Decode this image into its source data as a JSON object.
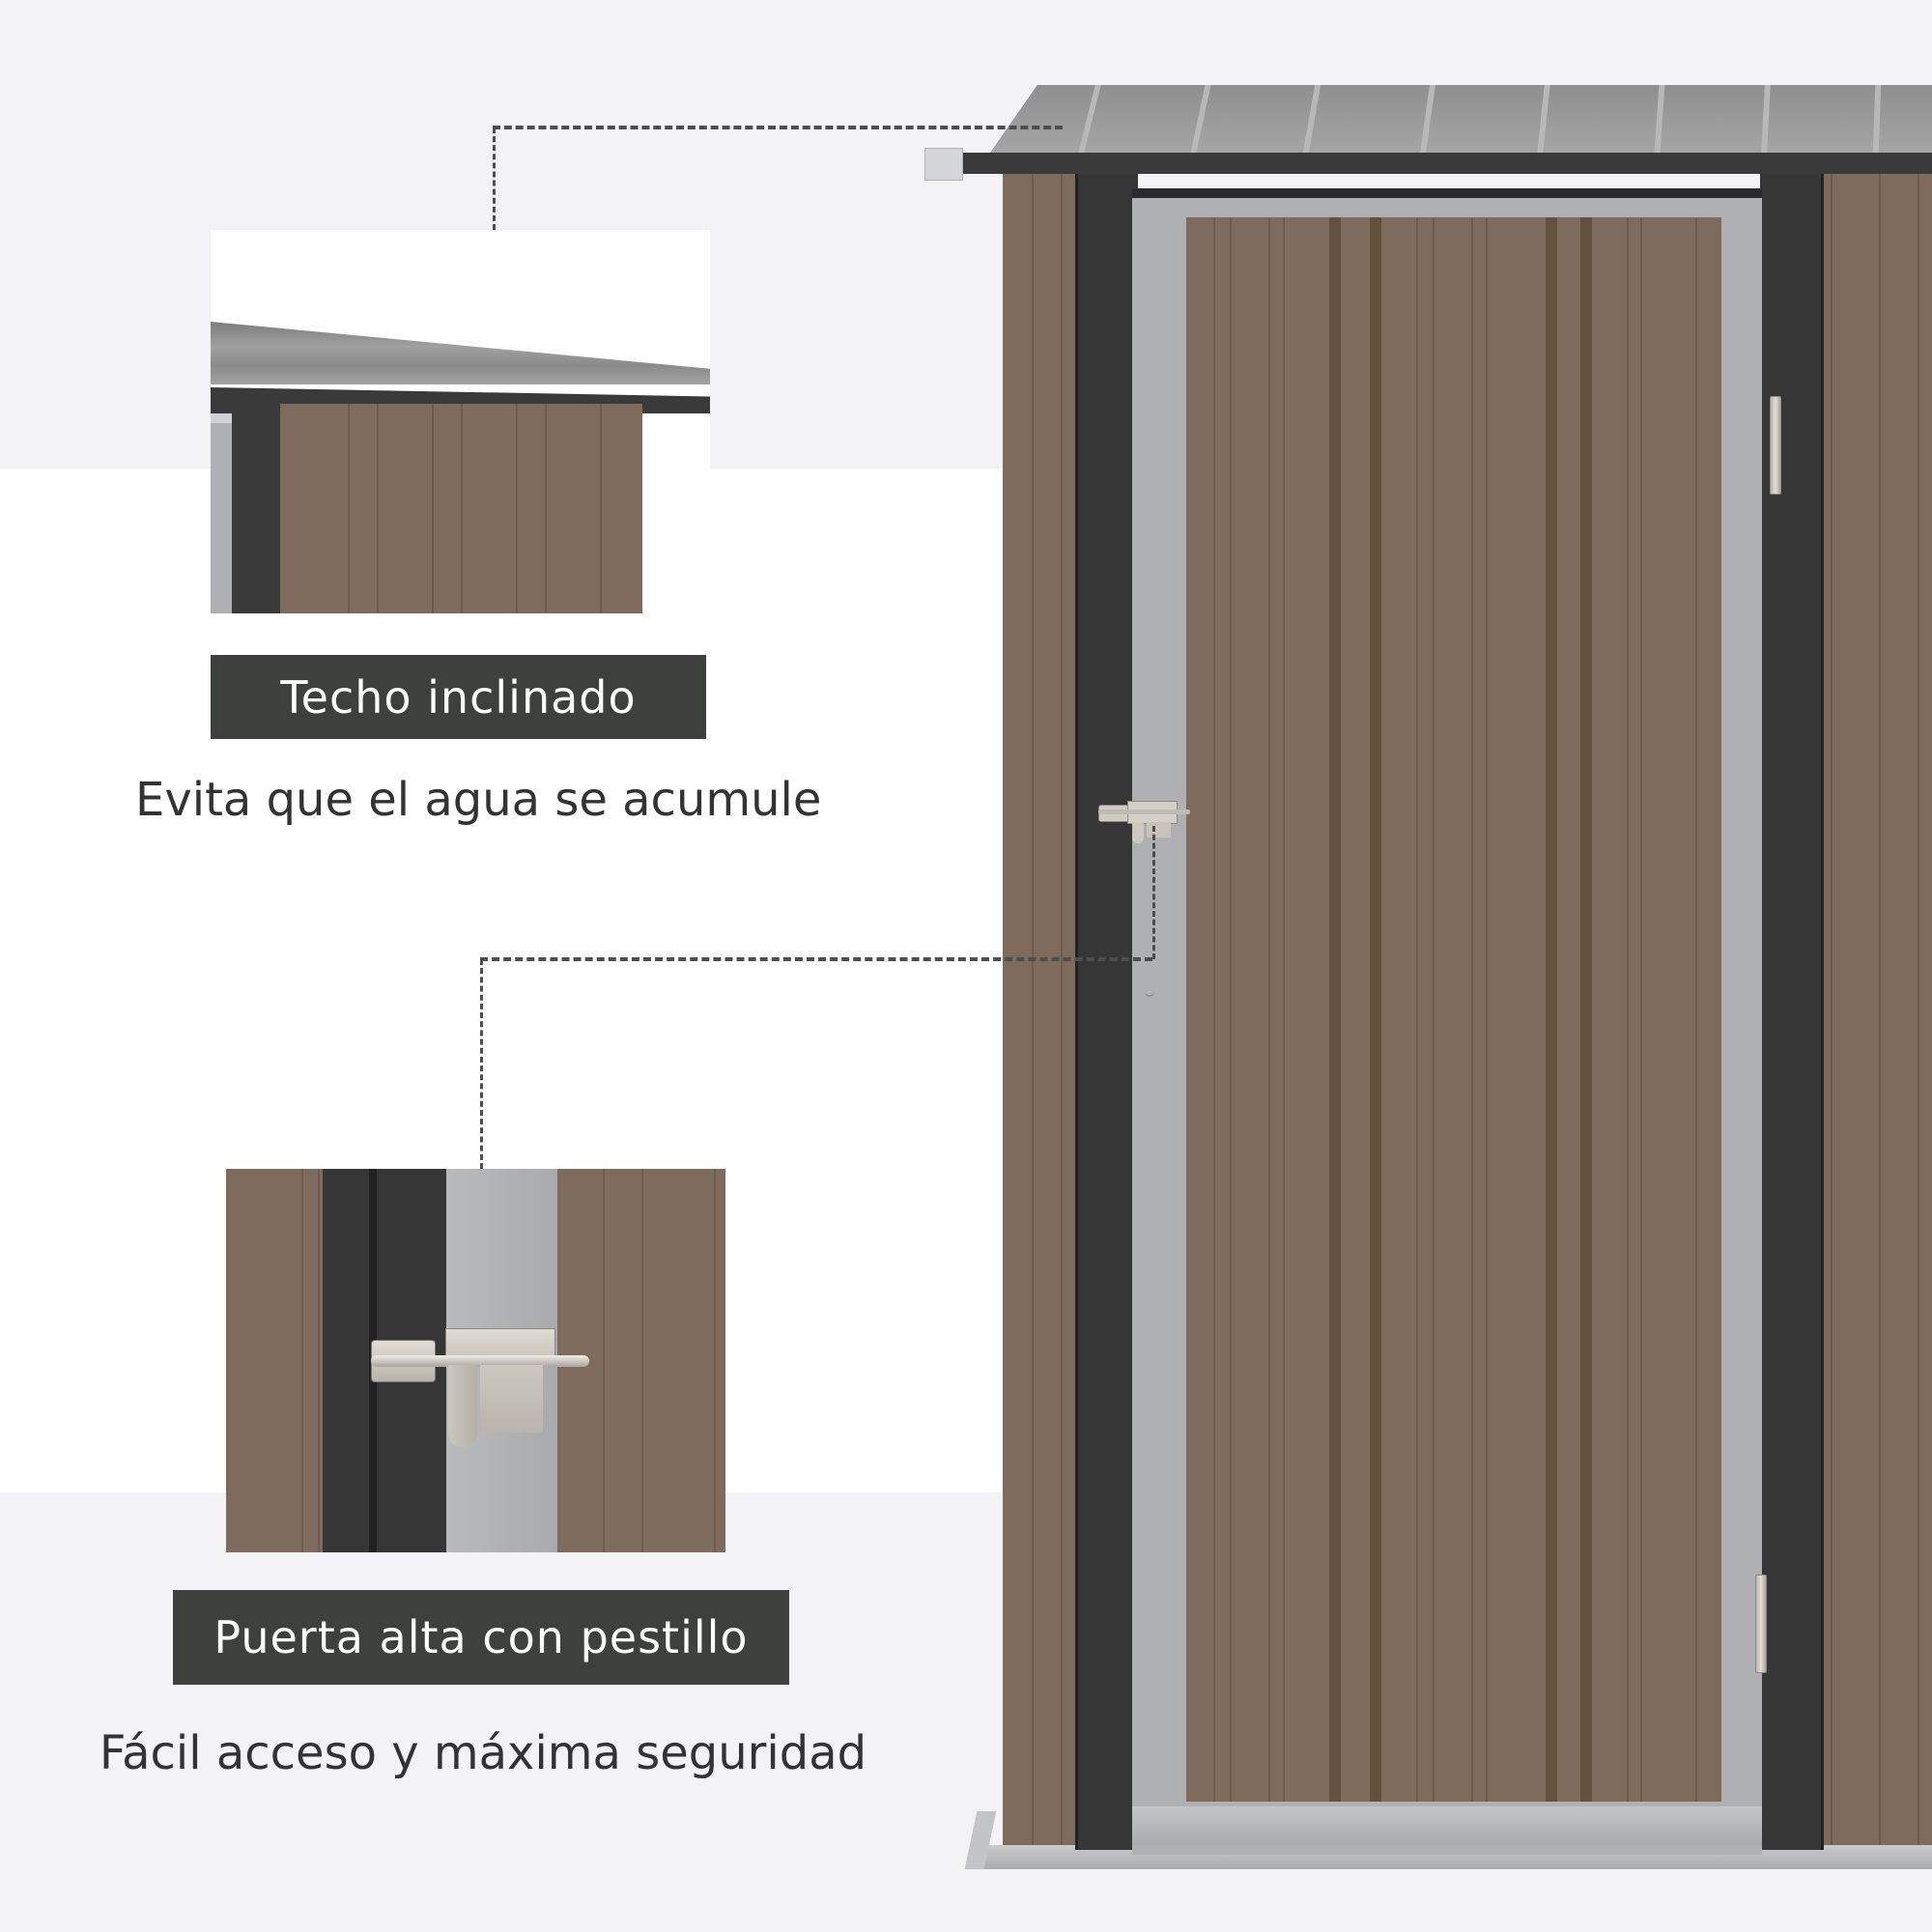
{
  "features": [
    {
      "label": "Techo inclinado",
      "caption": "Evita que el agua se acumule",
      "inset": "sloped-roof-closeup"
    },
    {
      "label": "Puerta alta con pestillo",
      "caption": "Fácil acceso y máxima seguridad",
      "inset": "door-latch-closeup"
    }
  ],
  "colors": {
    "background": "#f3f3f5",
    "label_bg": "#3d403d",
    "label_text": "#ffffff",
    "caption_text": "#333333",
    "shed_wall": "#7e6b5c",
    "shed_trim": "#363636",
    "door_frame": "#aeb0b3",
    "roof": "#9a9a9a",
    "connector_line": "#4d4d4d"
  },
  "product": {
    "main_image": "metal-garden-shed-front-door-view"
  }
}
